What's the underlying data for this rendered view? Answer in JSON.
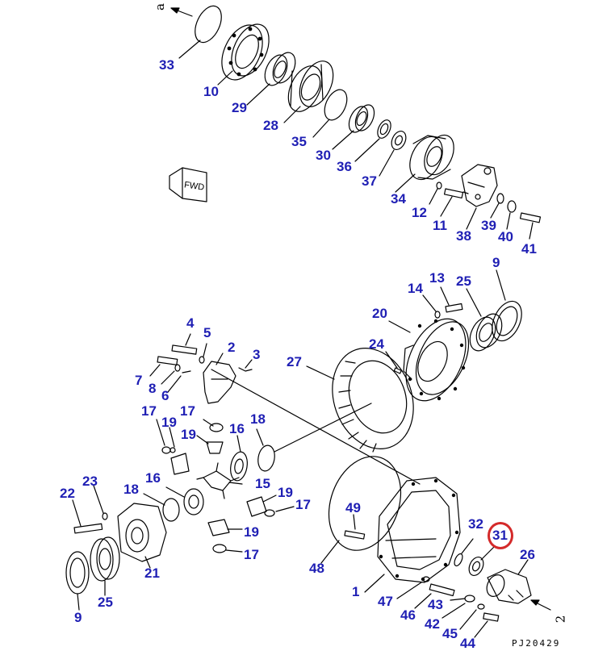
{
  "diagram": {
    "reference_code": "PJ20429",
    "fwd_label": "FWD",
    "connector_a": "a",
    "connector_2": "2",
    "highlight_color": "#d42a2a",
    "label_color": "#1f1fb4",
    "highlighted_part": "31"
  },
  "callouts": {
    "c1": "1",
    "c2": "2",
    "c3": "3",
    "c4": "4",
    "c5": "5",
    "c6": "6",
    "c7": "7",
    "c8": "8",
    "c9a": "9",
    "c9b": "9",
    "c10": "10",
    "c11": "11",
    "c12": "12",
    "c13": "13",
    "c14": "14",
    "c15": "15",
    "c16a": "16",
    "c16b": "16",
    "c17a": "17",
    "c17b": "17",
    "c17c": "17",
    "c17d": "17",
    "c18a": "18",
    "c18b": "18",
    "c19a": "19",
    "c19b": "19",
    "c19c": "19",
    "c19d": "19",
    "c20": "20",
    "c21": "21",
    "c22": "22",
    "c23": "23",
    "c24": "24",
    "c25a": "25",
    "c25b": "25",
    "c26": "26",
    "c27": "27",
    "c28": "28",
    "c29": "29",
    "c30": "30",
    "c31": "31",
    "c32": "32",
    "c33": "33",
    "c34": "34",
    "c35": "35",
    "c36": "36",
    "c37": "37",
    "c38": "38",
    "c39": "39",
    "c40": "40",
    "c41": "41",
    "c42": "42",
    "c43": "43",
    "c44": "44",
    "c45": "45",
    "c46": "46",
    "c47": "47",
    "c48": "48",
    "c49": "49"
  }
}
